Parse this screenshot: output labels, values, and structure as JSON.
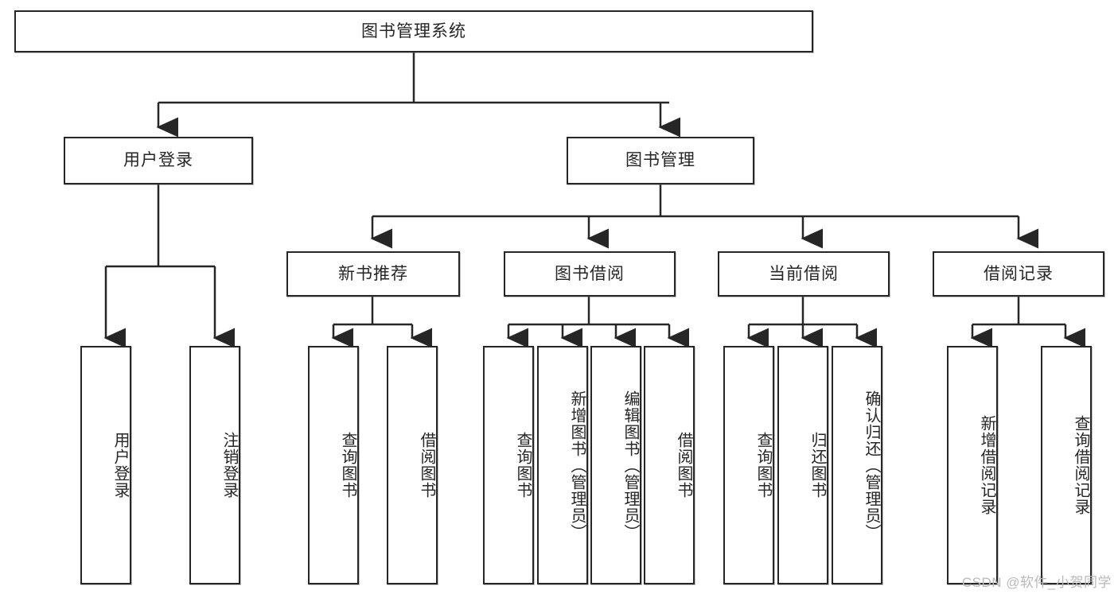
{
  "diagram": {
    "title": "图书管理系统",
    "type": "tree",
    "watermark": "CSDN @软件_小贺同学",
    "colors": {
      "stroke": "#262626",
      "fill": "#ffffff",
      "watermark": "#b9b9b9"
    },
    "nodes": {
      "root": {
        "label": "图书管理系统"
      },
      "level2": [
        {
          "id": "user-login",
          "label": "用户登录"
        },
        {
          "id": "book-manage",
          "label": "图书管理"
        }
      ],
      "level3": [
        {
          "id": "new-book-recommend",
          "label": "新书推荐"
        },
        {
          "id": "book-borrow",
          "label": "图书借阅"
        },
        {
          "id": "current-borrow",
          "label": "当前借阅"
        },
        {
          "id": "borrow-record",
          "label": "借阅记录"
        }
      ],
      "leaves": {
        "user_login": [
          {
            "id": "leaf-user-login",
            "label": "用户登录"
          },
          {
            "id": "leaf-logout-login",
            "label": "注销登录"
          }
        ],
        "new_book_recommend": [
          {
            "id": "leaf-query-book-1",
            "label": "查询图书"
          },
          {
            "id": "leaf-borrow-book-1",
            "label": "借阅图书"
          }
        ],
        "book_borrow": [
          {
            "id": "leaf-query-book-2",
            "label": "查询图书"
          },
          {
            "id": "leaf-add-book",
            "label": "新增图书（管理员）"
          },
          {
            "id": "leaf-edit-book",
            "label": "编辑图书（管理员）"
          },
          {
            "id": "leaf-borrow-book-2",
            "label": "借阅图书"
          }
        ],
        "current_borrow": [
          {
            "id": "leaf-query-book-3",
            "label": "查询图书"
          },
          {
            "id": "leaf-return-book",
            "label": "归还图书"
          },
          {
            "id": "leaf-confirm-return",
            "label": "确认归还（管理员）"
          }
        ],
        "borrow_record": [
          {
            "id": "leaf-add-record",
            "label": "新增借阅记录"
          },
          {
            "id": "leaf-query-record",
            "label": "查询借阅记录"
          }
        ]
      }
    }
  }
}
